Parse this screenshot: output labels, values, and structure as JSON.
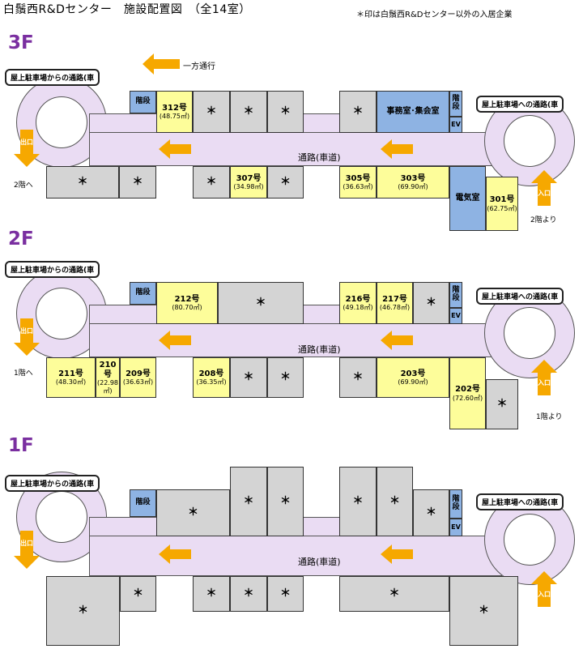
{
  "header": {
    "title": "白鬚西R&Dセンター　施設配置図　（全14室）",
    "note": "＊印は白鬚西R&Dセンター以外の入居企業"
  },
  "labels": {
    "one_way": "一方通行",
    "road": "通路(車道)",
    "ramp_from": "屋上駐車場からの通路(車",
    "ramp_to": "屋上駐車場への通路(車",
    "exit": "出口",
    "entrance": "入口",
    "stair": "階段",
    "ev": "EV",
    "star": "＊"
  },
  "colors": {
    "corridor": "#eadcf3",
    "rented": "#fdfd9a",
    "facility": "#8eb3e3",
    "other": "#d4d4d4",
    "arrow": "#f6a800",
    "floor_label": "#7a2fa0"
  },
  "floors": [
    {
      "name": "3F",
      "down_note": "2階へ",
      "up_note": "2階より",
      "rooms": [
        {
          "id": "312",
          "label": "312号",
          "area": "(48.75㎡)"
        },
        {
          "id": "307",
          "label": "307号",
          "area": "(34.98㎡)"
        },
        {
          "id": "305",
          "label": "305号",
          "area": "(36.63㎡)"
        },
        {
          "id": "303",
          "label": "303号",
          "area": "(69.90㎡)"
        },
        {
          "id": "301",
          "label": "301号",
          "area": "(62.75㎡)"
        },
        {
          "id": "office",
          "label": "事務室･集会室"
        },
        {
          "id": "elec",
          "label": "電気室"
        }
      ]
    },
    {
      "name": "2F",
      "down_note": "1階へ",
      "up_note": "1階より",
      "rooms": [
        {
          "id": "212",
          "label": "212号",
          "area": "(80.70㎡)"
        },
        {
          "id": "216",
          "label": "216号",
          "area": "(49.18㎡)"
        },
        {
          "id": "217",
          "label": "217号",
          "area": "(46.78㎡)"
        },
        {
          "id": "211",
          "label": "211号",
          "area": "(48.30㎡)"
        },
        {
          "id": "210",
          "label": "210号",
          "area": "(22.98㎡)"
        },
        {
          "id": "209",
          "label": "209号",
          "area": "(36.63㎡)"
        },
        {
          "id": "208",
          "label": "208号",
          "area": "(36.35㎡)"
        },
        {
          "id": "203",
          "label": "203号",
          "area": "(69.90㎡)"
        },
        {
          "id": "202",
          "label": "202号",
          "area": "(72.60㎡)"
        }
      ]
    },
    {
      "name": "1F",
      "rooms": []
    }
  ]
}
